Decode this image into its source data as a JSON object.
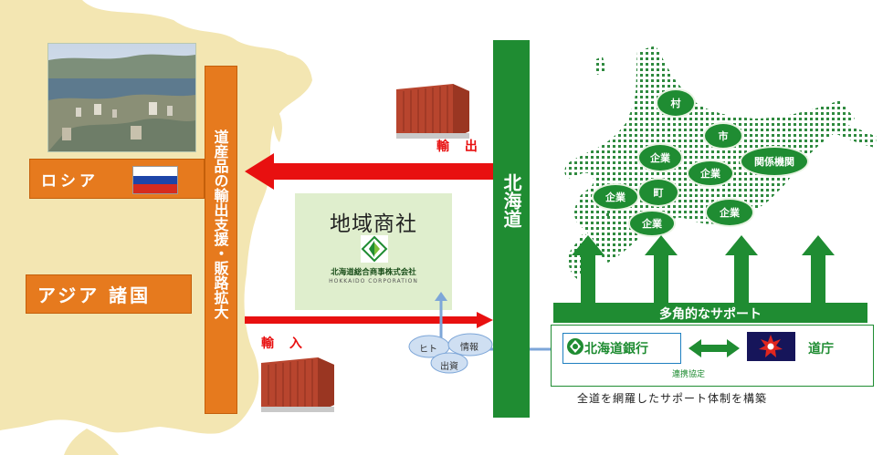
{
  "left": {
    "russia_label": "ロシア",
    "asia_label": "アジア 諸国",
    "vertical_label": "道産品の輸出支援・販路拡大"
  },
  "center": {
    "export_label": "輸 出",
    "import_label": "輸 入",
    "trader_title": "地域商社",
    "trader_name": "北海道総合商事株式会社",
    "trader_name_en": "HOKKAIDO CORPORATION",
    "cloud_people": "ヒト",
    "cloud_info": "情報",
    "cloud_invest": "出資"
  },
  "right": {
    "hokkaido_label": "北海道",
    "bubbles": [
      {
        "id": "village",
        "label": "村"
      },
      {
        "id": "city",
        "label": "市"
      },
      {
        "id": "company-1",
        "label": "企業"
      },
      {
        "id": "company-2",
        "label": "企業"
      },
      {
        "id": "related-org",
        "label": "関係機関"
      },
      {
        "id": "company-3",
        "label": "企業"
      },
      {
        "id": "town",
        "label": "町"
      },
      {
        "id": "company-4",
        "label": "企業"
      },
      {
        "id": "company-5",
        "label": "企業"
      }
    ],
    "support_label": "多角的なサポート",
    "bank_label": "北海道銀行",
    "agreement_label": "連携協定",
    "pref_label": "道庁",
    "caption": "全道を網羅したサポート体制を構築"
  },
  "colors": {
    "orange": "#e67a1e",
    "green": "#1f8c32",
    "red": "#e81010",
    "light_green": "#dfeecd",
    "blue": "#7da6d8",
    "navy": "#16155a"
  }
}
